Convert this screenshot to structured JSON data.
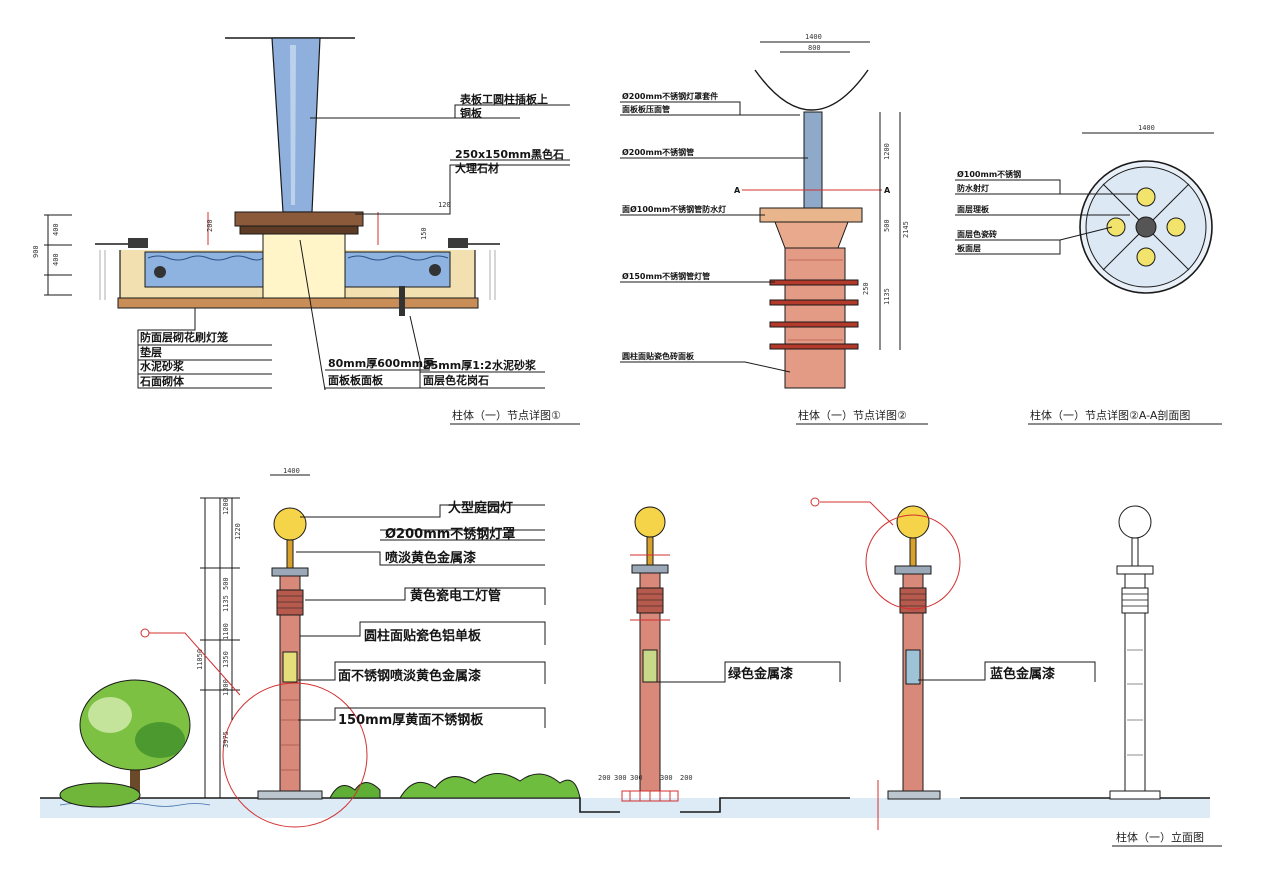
{
  "colors": {
    "ink": "#1a1a1a",
    "water": "#7fa6d6",
    "brick": "#d9897a",
    "brick_dark": "#b55a4c",
    "cap": "#e8b58c",
    "globe": "#f5d44a",
    "steel": "#8fa9c8",
    "marker_red": "#d32f2f",
    "green_paint": "#c9cf6a",
    "blue_paint": "#9ec3d6",
    "tree": "#6fb63a"
  },
  "detail1": {
    "labels": [
      "表板工圆柱插板上",
      "铜板",
      "250x150mm黑色石",
      "大理石材",
      "防面层砌花刷灯笼",
      "垫层",
      "水泥砂浆",
      "石面砌体",
      "80mm厚600mm厚",
      "面板板面板",
      "25mm厚1:2水泥砂浆",
      "面层色花岗石"
    ],
    "dims": [
      "900",
      "400",
      "400",
      "200",
      "150",
      "120"
    ],
    "caption": "柱体（一）节点详图①"
  },
  "detail2": {
    "labels": [
      "Ø200mm不锈钢灯罩套件",
      "面板板压面管",
      "Ø200mm不锈钢管",
      "面Ø100mm不锈钢管防水灯",
      "Ø150mm不锈钢管灯管",
      "圆柱面贴瓷色砖面板"
    ],
    "dims": [
      "1400",
      "800",
      "1200",
      "500",
      "2145",
      "1135",
      "250"
    ],
    "section_mark": "A",
    "caption": "柱体（一）节点详图②"
  },
  "detail3": {
    "labels": [
      "Ø100mm不锈钢",
      "防水射灯",
      "面层理板",
      "面层色瓷砖",
      "板面层"
    ],
    "dims": [
      "1400"
    ],
    "caption": "柱体（一）节点详图②A-A剖面图"
  },
  "elevation": {
    "labels": [
      "大型庭园灯",
      "Ø200mm不锈钢灯罩",
      "喷淡黄色金属漆",
      "黄色瓷电工灯管",
      "圆柱面贴瓷色铝单板",
      "面不锈钢喷淡黄色金属漆",
      "150mm厚黄面不锈钢板"
    ],
    "labels_mid": [
      "绿色金属漆"
    ],
    "labels_right": [
      "蓝色金属漆"
    ],
    "dims_left": [
      "1400",
      "1200",
      "1220",
      "500",
      "1135",
      "1100",
      "1350",
      "1300",
      "3975",
      "11050"
    ],
    "dims_base": [
      "200",
      "300",
      "300",
      "300",
      "200"
    ],
    "caption": "柱体（一）立面图"
  }
}
